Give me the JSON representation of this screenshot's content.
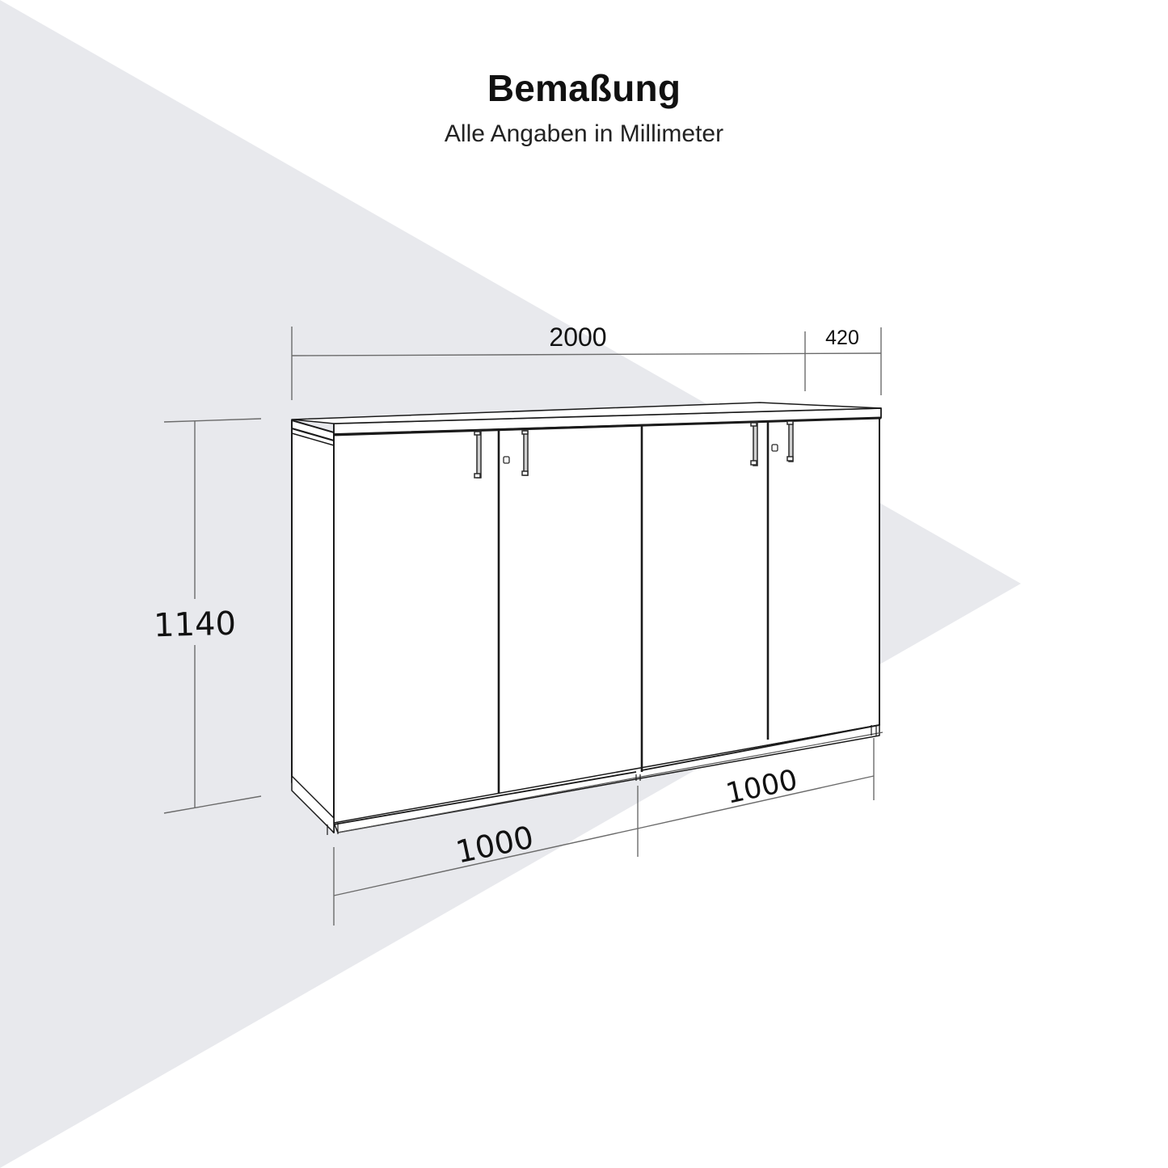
{
  "header": {
    "title": "Bemaßung",
    "subtitle": "Alle Angaben in Millimeter"
  },
  "colors": {
    "background": "#ffffff",
    "accent_shape": "#e8e9ed",
    "line": "#111111",
    "dimension_line": "#6b6b6b"
  },
  "dimensions": {
    "total_width": "2000",
    "depth": "420",
    "height": "1140",
    "module_left_width": "1000",
    "module_right_width": "1000"
  },
  "drawing": {
    "object": "sideboard-cabinet",
    "modules": 2,
    "doors": 4,
    "handles": 4,
    "locks": 2
  }
}
